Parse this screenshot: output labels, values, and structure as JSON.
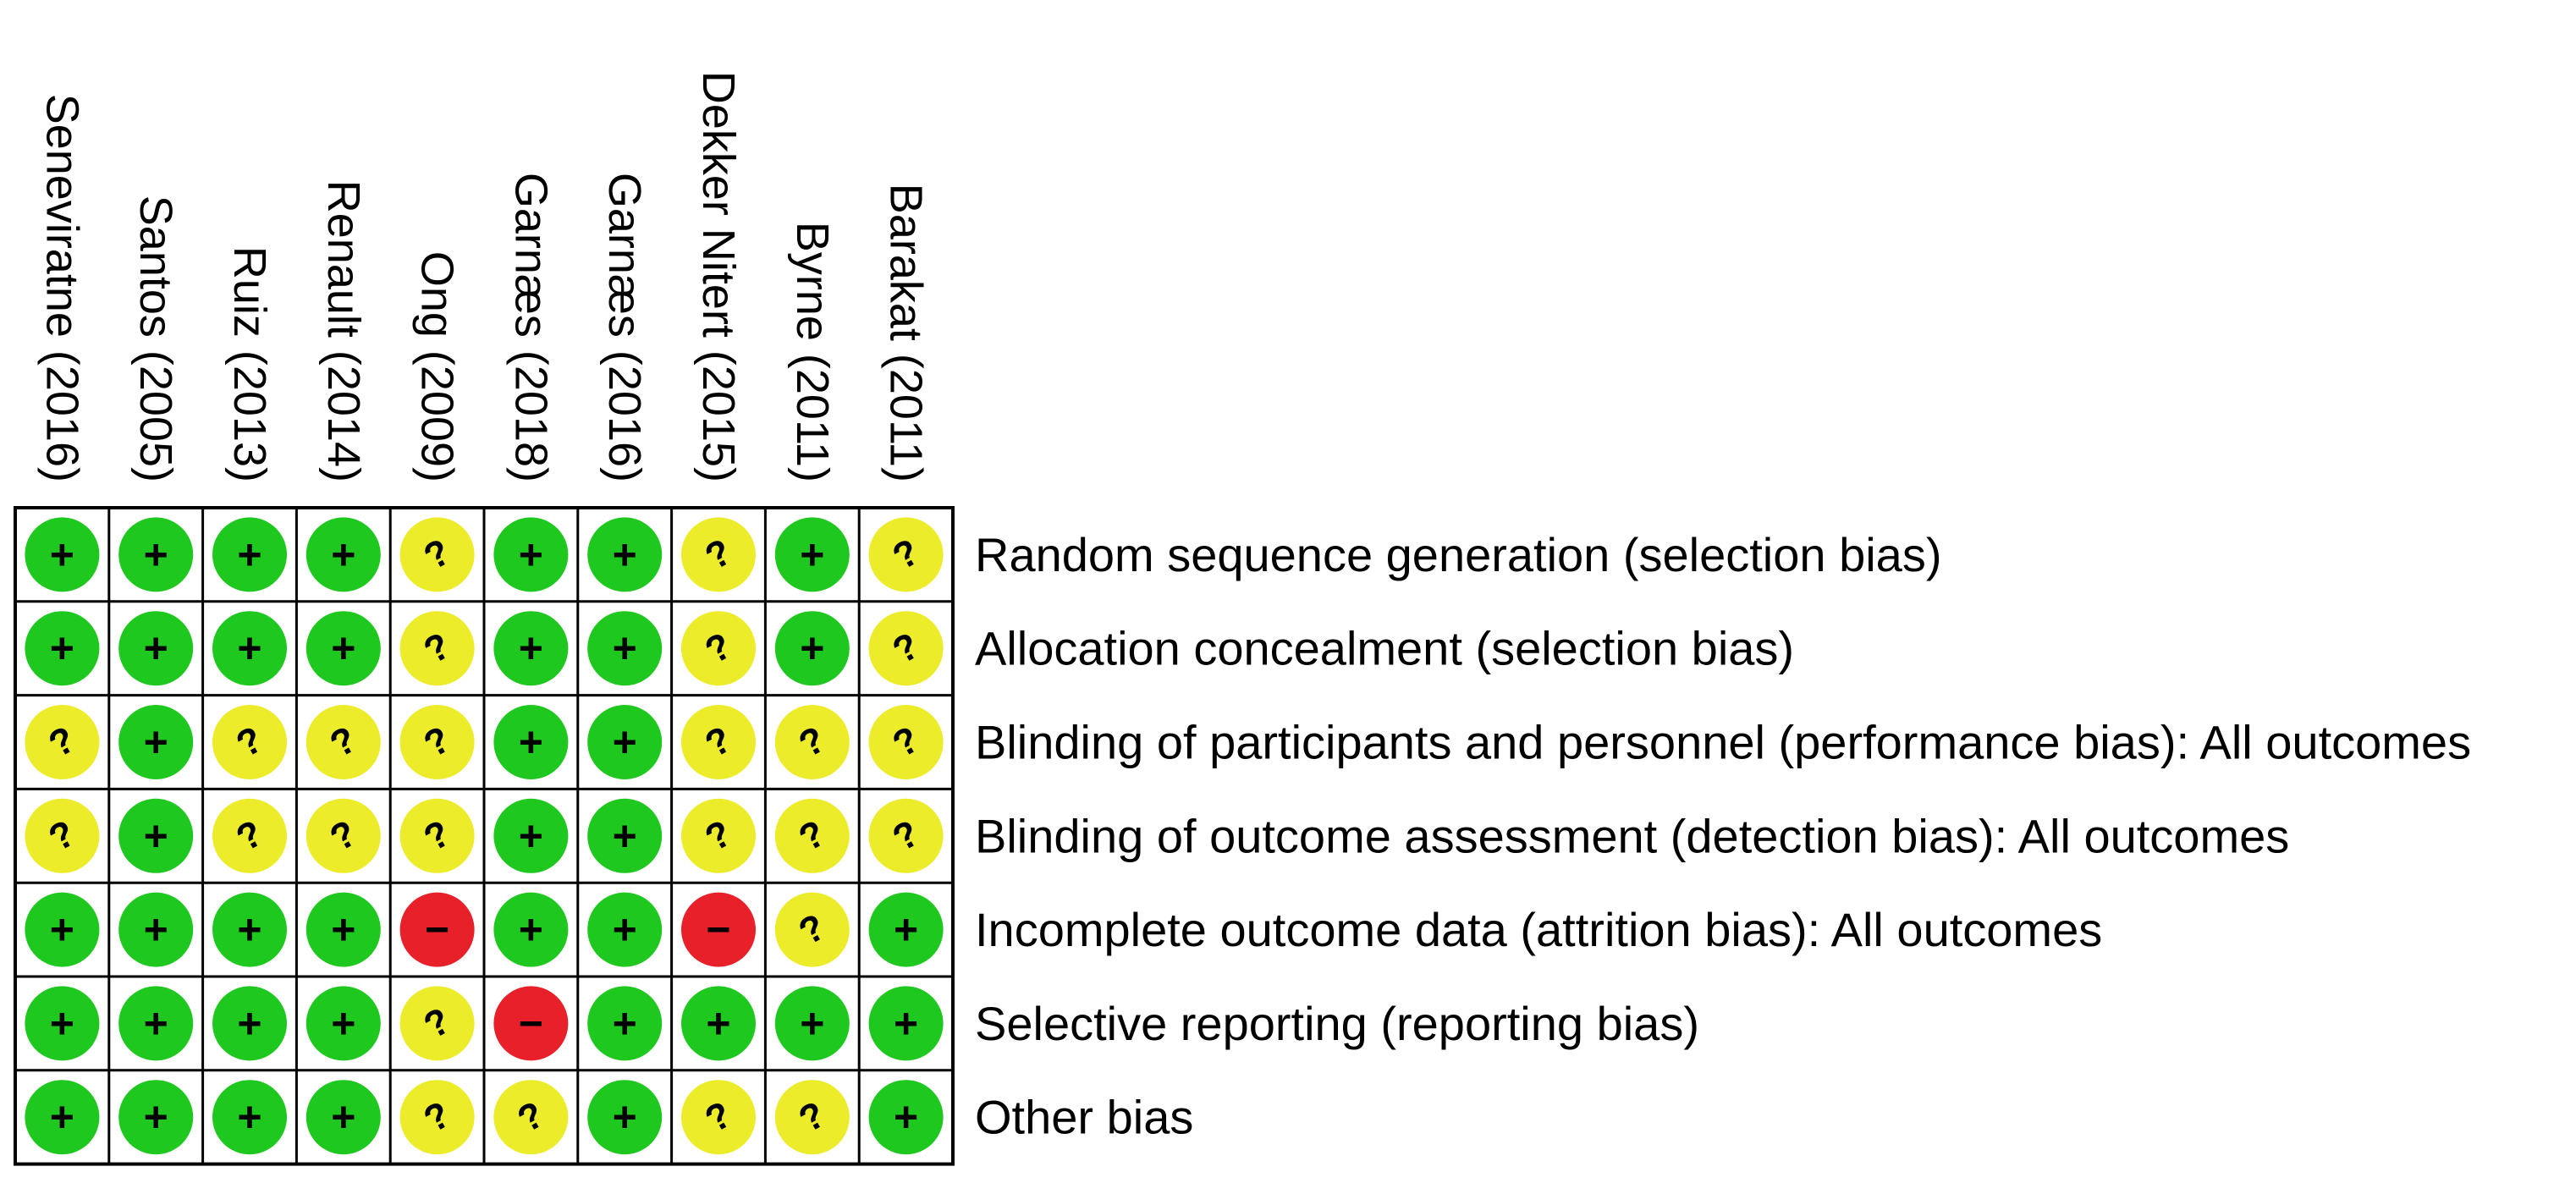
{
  "chart_data": {
    "type": "table",
    "studies": [
      "Seneviratne (2016)",
      "Santos (2005)",
      "Ruiz (2013)",
      "Renault (2014)",
      "Ong (2009)",
      "Garnæs (2018)",
      "Garnæs (2016)",
      "Dekker Nitert (2015)",
      "Byrne (2011)",
      "Barakat (2011)"
    ],
    "domains": [
      "Random sequence generation (selection bias)",
      "Allocation concealment (selection bias)",
      "Blinding of participants and personnel (performance bias): All outcomes",
      "Blinding of outcome assessment (detection bias): All outcomes",
      "Incomplete outcome data (attrition bias): All outcomes",
      "Selective reporting (reporting bias)",
      "Other bias"
    ],
    "judgements": [
      [
        "+",
        "+",
        "+",
        "+",
        "?",
        "+",
        "+",
        "?",
        "+",
        "?"
      ],
      [
        "+",
        "+",
        "+",
        "+",
        "?",
        "+",
        "+",
        "?",
        "+",
        "?"
      ],
      [
        "?",
        "+",
        "?",
        "?",
        "?",
        "+",
        "+",
        "?",
        "?",
        "?"
      ],
      [
        "?",
        "+",
        "?",
        "?",
        "?",
        "+",
        "+",
        "?",
        "?",
        "?"
      ],
      [
        "+",
        "+",
        "+",
        "+",
        "-",
        "+",
        "+",
        "-",
        "?",
        "+"
      ],
      [
        "+",
        "+",
        "+",
        "+",
        "?",
        "-",
        "+",
        "+",
        "+",
        "+"
      ],
      [
        "+",
        "+",
        "+",
        "+",
        "?",
        "?",
        "+",
        "?",
        "?",
        "+"
      ]
    ],
    "symbols": {
      "+": "+",
      "?": "?",
      "-": "−"
    },
    "colors": {
      "+": "#1ec81e",
      "?": "#ecec2a",
      "-": "#e8202a",
      "grid": "#000000"
    }
  }
}
